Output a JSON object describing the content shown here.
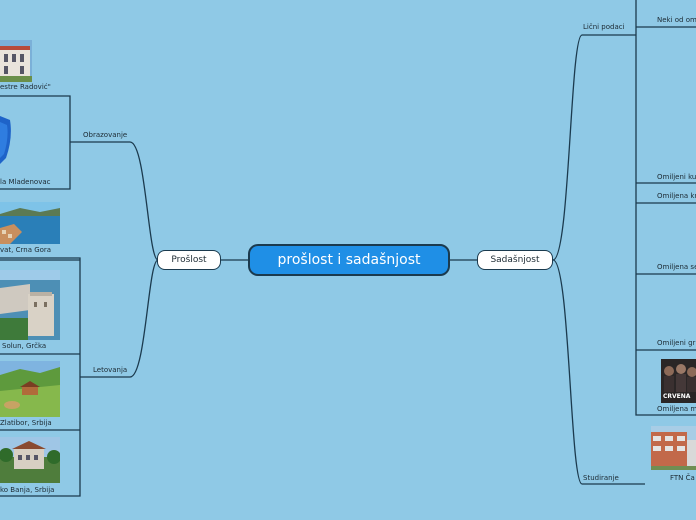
{
  "central": {
    "label": "prošlost i sadašnjost"
  },
  "left": {
    "branch": "Prošlost",
    "obrazovanje": {
      "label": "Obrazovanje",
      "items": [
        "estre Radović\"",
        "la Mladenovac"
      ]
    },
    "letovanja": {
      "label": "Letovanja",
      "items": [
        "vat, Crna Gora",
        "Solun, Grčka",
        "Zlatibor, Srbija",
        "ko Banja, Srbija"
      ]
    }
  },
  "right": {
    "branch": "Sadašnjost",
    "licni": {
      "label": "Lični podaci",
      "items": [
        "Neki od om",
        "Omiljeni ku",
        "Omiljena kr",
        "Omiljena se",
        "Omiljeni gr",
        "Omiljena m"
      ]
    },
    "studiranje": {
      "label": "Studiranje",
      "items": [
        "FTN Ča"
      ]
    },
    "poster_text": "CRVENA"
  },
  "colors": {
    "background": "#8fc9e6",
    "central_fill": "#1f8fe6",
    "line": "#1b3a4e"
  }
}
